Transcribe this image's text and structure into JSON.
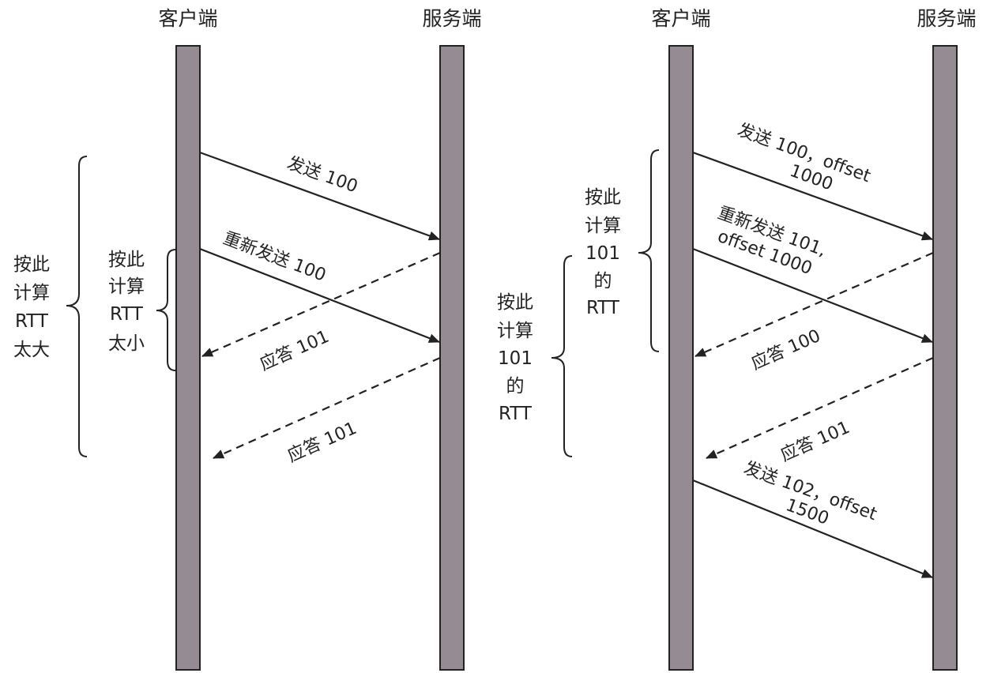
{
  "left": {
    "client_label": "客户端",
    "server_label": "服务端",
    "messages": {
      "send": "发送 100",
      "resend": "重新发送 100",
      "ack1": "应答 101",
      "ack2": "应答 101"
    },
    "outer_brace": [
      "按此",
      "计算",
      "RTT",
      "太大"
    ],
    "inner_brace": [
      "按此",
      "计算",
      "RTT",
      "太小"
    ]
  },
  "right": {
    "client_label": "客户端",
    "server_label": "服务端",
    "messages": {
      "send_lines": [
        "发送 100，offset",
        "1000"
      ],
      "resend_lines": [
        "重新发送 101,",
        "offset 1000"
      ],
      "ack1": "应答 100",
      "ack2": "应答 101",
      "send2_lines": [
        "发送 102，offset",
        "1500"
      ]
    },
    "upper_brace": [
      "按此",
      "计算",
      "101",
      "的",
      "RTT"
    ],
    "lower_brace": [
      "按此",
      "计算",
      "101",
      "的",
      "RTT"
    ]
  }
}
